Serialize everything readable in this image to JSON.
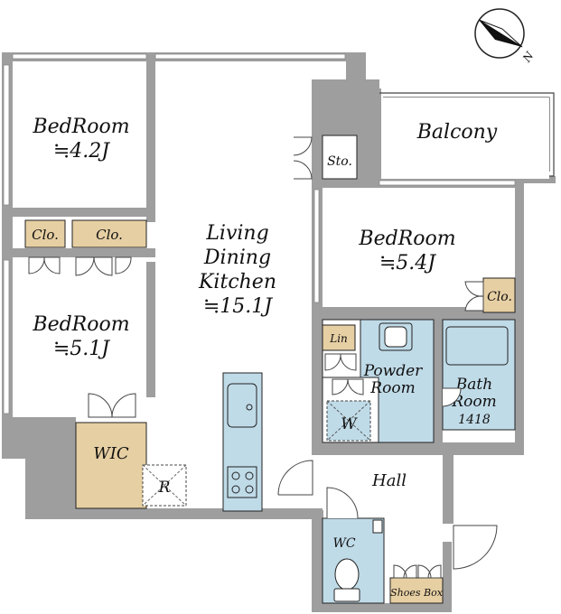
{
  "rooms": {
    "bedroom_a": {
      "name": "BedRoom",
      "size": "≒4.2J"
    },
    "bedroom_b": {
      "name": "BedRoom",
      "size": "≒5.1J"
    },
    "bedroom_c": {
      "name": "BedRoom",
      "size": "≒5.4J"
    },
    "ldk": {
      "line1": "Living",
      "line2": "Dining",
      "line3": "Kitchen",
      "size": "≒15.1J"
    },
    "balcony": "Balcony",
    "storage": "Sto.",
    "closet_a": "Clo.",
    "closet_b": "Clo.",
    "closet_c": "Clo.",
    "linen": "Lin",
    "powder": {
      "line1": "Powder",
      "line2": "Room"
    },
    "bath": {
      "line1": "Bath",
      "line2": "Room",
      "line3": "1418"
    },
    "washer": "W",
    "walk_in_closet": "WIC",
    "refrigerator": "R",
    "hall": "Hall",
    "wc": "WC",
    "shoes_box": "Shoes Box"
  },
  "compass": {
    "north_label": "N"
  },
  "colors": {
    "wall": "#9e9e9e",
    "closet": "#e6cfa3",
    "wet_area": "#c0dbe8",
    "outline": "#222222"
  }
}
